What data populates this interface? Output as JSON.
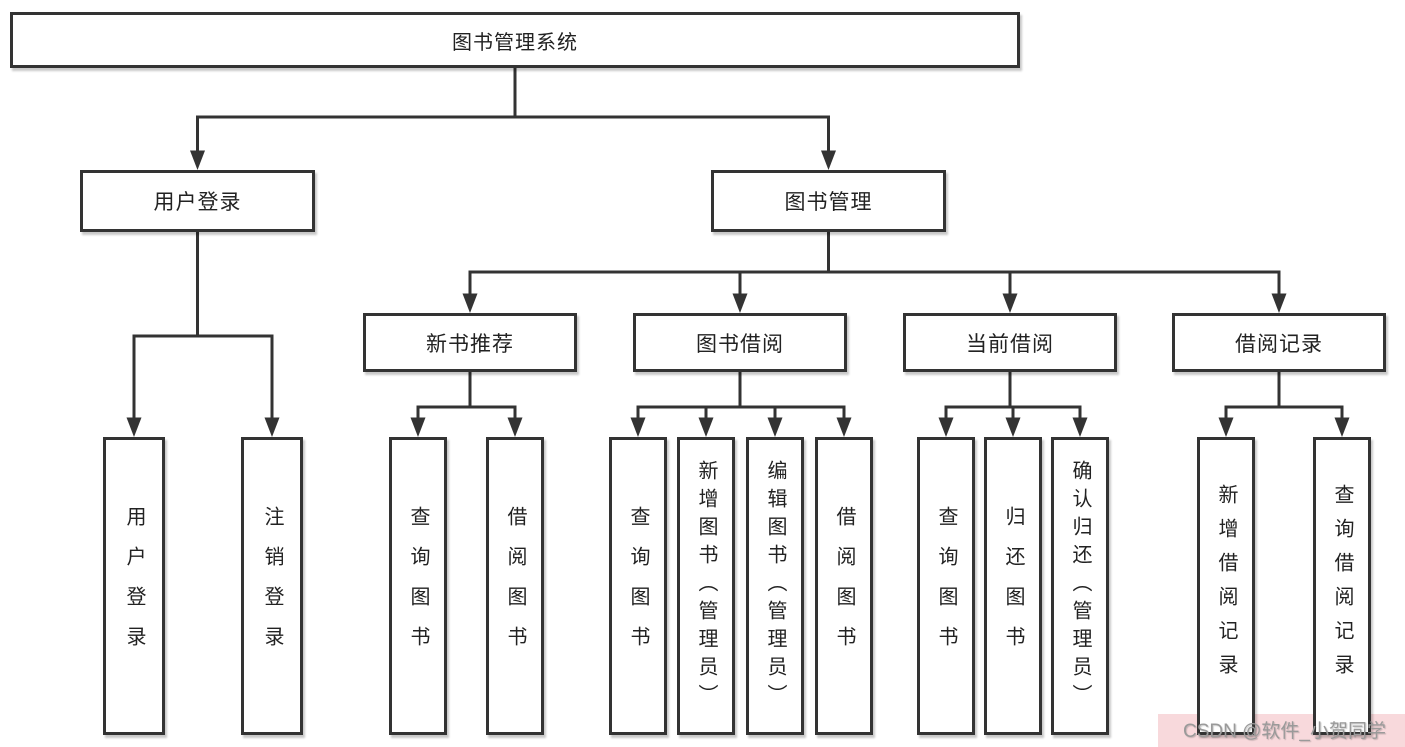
{
  "tree": {
    "label": "图书管理系统",
    "children": [
      {
        "label": "用户登录",
        "children": [
          {
            "label": "用户登录"
          },
          {
            "label": "注销登录"
          }
        ]
      },
      {
        "label": "图书管理",
        "children": [
          {
            "label": "新书推荐",
            "children": [
              {
                "label": "查询图书"
              },
              {
                "label": "借阅图书"
              }
            ]
          },
          {
            "label": "图书借阅",
            "children": [
              {
                "label": "查询图书"
              },
              {
                "label": "新增图书（管理员）"
              },
              {
                "label": "编辑图书（管理员）"
              },
              {
                "label": "借阅图书"
              }
            ]
          },
          {
            "label": "当前借阅",
            "children": [
              {
                "label": "查询图书"
              },
              {
                "label": "归还图书"
              },
              {
                "label": "确认归还（管理员）"
              }
            ]
          },
          {
            "label": "借阅记录",
            "children": [
              {
                "label": "新增借阅记录"
              },
              {
                "label": "查询借阅记录"
              }
            ]
          }
        ]
      }
    ]
  },
  "watermark": {
    "text": "CSDN @软件_小贺同学"
  },
  "colors": {
    "background": "#ffffff",
    "line": "#333333",
    "box_border": "#333333",
    "text": "#222222",
    "watermark_text": "#9a9a9a",
    "watermark_bg": "#f8d9dc"
  }
}
